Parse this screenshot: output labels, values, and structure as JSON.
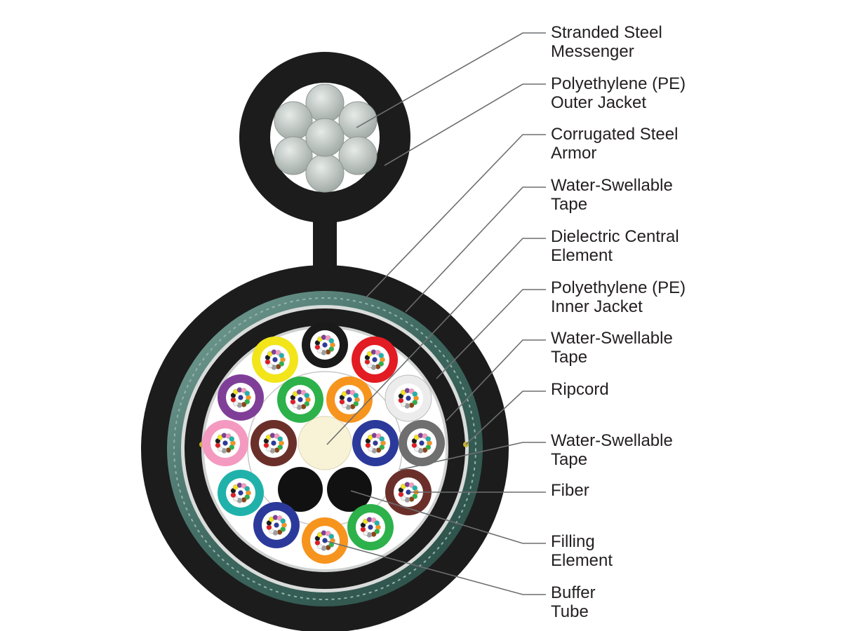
{
  "labels": [
    {
      "id": "stranded-steel-messenger",
      "lines": [
        "Stranded Steel",
        "Messenger"
      ]
    },
    {
      "id": "pe-outer-jacket",
      "lines": [
        "Polyethylene (PE)",
        "Outer Jacket"
      ]
    },
    {
      "id": "corrugated-steel-armor",
      "lines": [
        "Corrugated Steel",
        "Armor"
      ]
    },
    {
      "id": "water-swellable-tape-1",
      "lines": [
        "Water-Swellable",
        "Tape"
      ]
    },
    {
      "id": "dielectric-central-element",
      "lines": [
        "Dielectric Central",
        "Element"
      ]
    },
    {
      "id": "pe-inner-jacket",
      "lines": [
        "Polyethylene (PE)",
        "Inner Jacket"
      ]
    },
    {
      "id": "water-swellable-tape-2",
      "lines": [
        "Water-Swellable",
        "Tape"
      ]
    },
    {
      "id": "ripcord",
      "lines": [
        "Ripcord"
      ]
    },
    {
      "id": "water-swellable-tape-3",
      "lines": [
        "Water-Swellable",
        "Tape"
      ]
    },
    {
      "id": "fiber",
      "lines": [
        "Fiber"
      ]
    },
    {
      "id": "filling-element",
      "lines": [
        "Filling",
        "Element"
      ]
    },
    {
      "id": "buffer-tube",
      "lines": [
        "Buffer",
        "Tube"
      ]
    }
  ],
  "colors": {
    "jacket": "#1c1c1c",
    "armor": "#3f6b62",
    "armor_light": "#6a958b",
    "steel_wire": "#c3c9c6",
    "central_element": "#f8f3d6",
    "leader": "#6d6e71",
    "text": "#231f20"
  },
  "buffer_tubes_outer": [
    "black",
    "red",
    "white",
    "gray",
    "brown",
    "green",
    "orange",
    "blue",
    "teal",
    "pink",
    "violet",
    "yellow"
  ],
  "buffer_tubes_inner": [
    "green",
    "orange",
    "blue",
    "brown"
  ],
  "tube_palette": {
    "black": "#1a1a1a",
    "red": "#e31b23",
    "white": "#ececec",
    "gray": "#6f6f6f",
    "brown": "#6b2f2a",
    "green": "#2db14a",
    "orange": "#f7941d",
    "blue": "#2b3a9a",
    "teal": "#20b2aa",
    "pink": "#f49ac1",
    "violet": "#7f3f98",
    "yellow": "#f2e51a"
  },
  "fiber_colors": [
    "#2b3a9a",
    "#f7941d",
    "#2db14a",
    "#8b4513",
    "#9e9e9e",
    "#f0f0f0",
    "#e31b23",
    "#1a1a1a",
    "#f2e51a",
    "#7f3f98",
    "#f49ac1",
    "#20b2aa"
  ]
}
